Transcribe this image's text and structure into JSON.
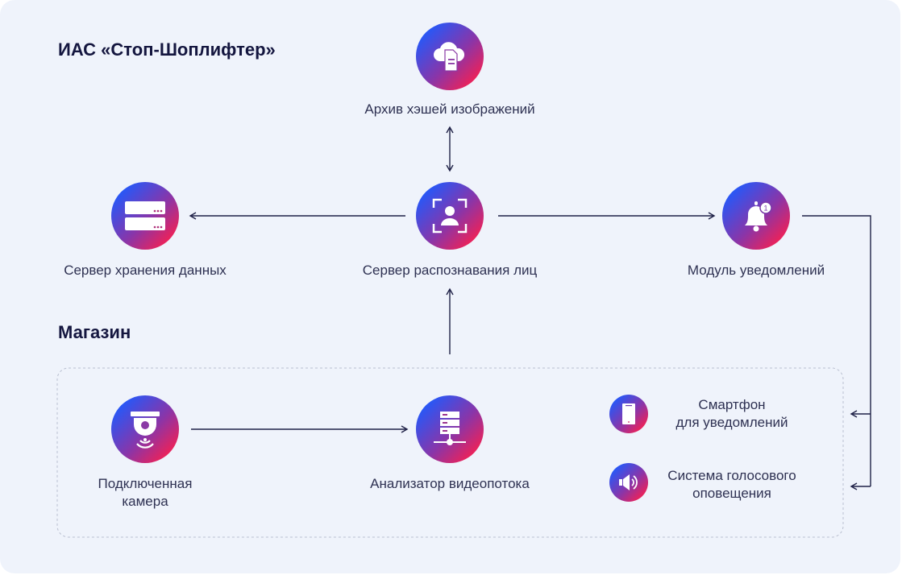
{
  "titles": {
    "system": "ИАС «Стоп-Шоплифтер»",
    "store": "Магазин"
  },
  "nodes": {
    "archive": {
      "label": "Архив хэшей изображений",
      "icon": "cloud-document-icon"
    },
    "storage": {
      "label": "Сервер хранения данных",
      "icon": "server-icon"
    },
    "face": {
      "label": "Сервер распознавания лиц",
      "icon": "face-scan-icon"
    },
    "notify": {
      "label": "Модуль уведомлений",
      "icon": "bell-icon",
      "badge": "1"
    },
    "camera": {
      "label1": "Подключенная",
      "label2": "камера",
      "icon": "camera-icon"
    },
    "analyzer": {
      "label": "Анализатор видеопотока",
      "icon": "network-server-icon"
    },
    "phone": {
      "label1": "Смартфон",
      "label2": "для уведомлений",
      "icon": "smartphone-icon"
    },
    "voice": {
      "label1": "Система голосового",
      "label2": "оповещения",
      "icon": "speaker-icon"
    }
  },
  "colors": {
    "gradient_start": "#1d5bff",
    "gradient_end": "#ff1e4a",
    "line": "#1f2147"
  }
}
